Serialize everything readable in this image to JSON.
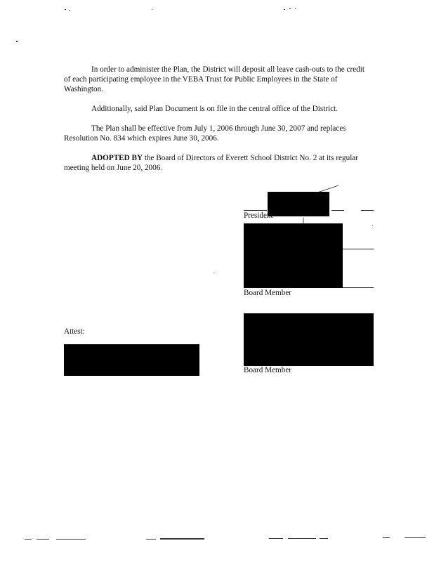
{
  "document": {
    "paragraphs": [
      {
        "id": "p1",
        "text": "In order to administer the Plan, the District will deposit all leave cash-outs to the credit of each participating employee in the VEBA Trust for Public Employees in the State of Washington."
      },
      {
        "id": "p2",
        "text": "Additionally, said Plan Document is on file in the central office of the District."
      },
      {
        "id": "p3",
        "text": "The Plan shall be effective from July 1, 2006 through June 30, 2007 and replaces Resolution No. 834 which expires June 30, 2006."
      }
    ],
    "adopted": {
      "bold": "ADOPTED BY",
      "rest": " the Board of Directors of Everett School District No. 2 at its regular meeting held on June 20, 2006."
    }
  },
  "signatures": {
    "president_label": "President",
    "board_member_1_label": "Board Member",
    "board_member_2_label": "Board Member",
    "attest_label": "Attest:"
  }
}
